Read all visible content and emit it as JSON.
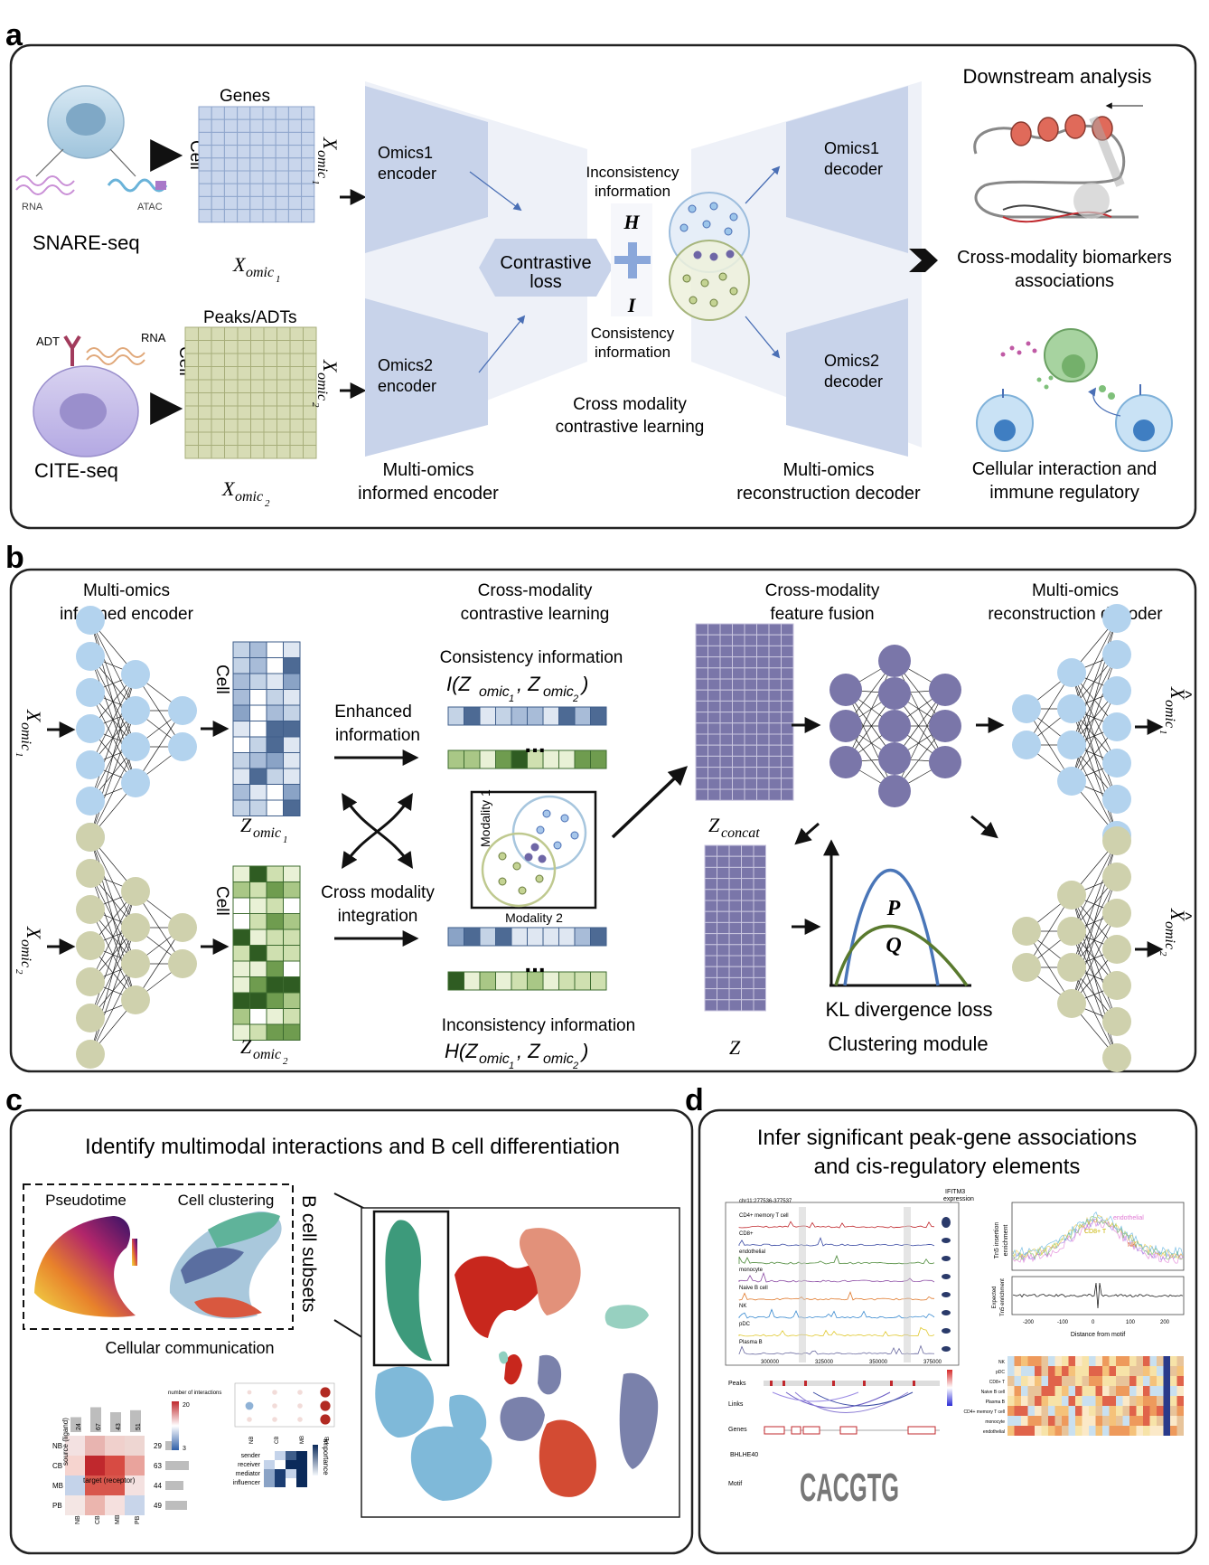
{
  "panels": {
    "a": {
      "letter": "a",
      "snare_label": "SNARE-seq",
      "cite_label": "CITE-seq",
      "rna_small": "RNA",
      "atac_small": "ATAC",
      "adt_small": "ADT",
      "rna_small2": "RNA",
      "genes_label": "Genes",
      "peaks_label": "Peaks/ADTs",
      "cell_label": "Cell",
      "cell_label2": "Cell",
      "x_base": "X",
      "omic1_sub": "omic",
      "sub_1": "1",
      "sub_2": "2",
      "omics1_encoder": [
        "Omics1",
        "encoder"
      ],
      "omics2_encoder": [
        "Omics2",
        "encoder"
      ],
      "contrastive_loss": [
        "Contrastive",
        "loss"
      ],
      "inconsistency": [
        "Inconsistency",
        "information"
      ],
      "consistency": [
        "Consistency",
        "information"
      ],
      "h_symbol": "H",
      "i_symbol": "I",
      "cross_modality": [
        "Cross modality",
        "contrastive learning"
      ],
      "omics1_decoder": [
        "Omics1",
        "decoder"
      ],
      "omics2_decoder": [
        "Omics2",
        "decoder"
      ],
      "encoder_caption": [
        "Multi-omics",
        "informed encoder"
      ],
      "decoder_caption": [
        "Multi-omics",
        "reconstruction decoder"
      ],
      "downstream": "Downstream analysis",
      "biomarkers": [
        "Cross-modality biomarkers",
        "associations"
      ],
      "cellular": [
        "Cellular interaction and",
        "immune regulatory"
      ]
    },
    "b": {
      "letter": "b",
      "encoder_title": [
        "Multi-omics",
        "informed encoder"
      ],
      "contrastive_title": [
        "Cross-modality",
        "contrastive learning"
      ],
      "fusion_title": [
        "Cross-modality",
        "feature fusion"
      ],
      "decoder_title": [
        "Multi-omics",
        "reconstruction decoder"
      ],
      "consistency_info": "Consistency information",
      "consistency_formula": "I(Z",
      "inconsistency_info": "Inconsistency information",
      "inconsistency_formula": "H(Z",
      "enhanced": [
        "Enhanced",
        "information"
      ],
      "integration": [
        "Cross modality",
        "integration"
      ],
      "modality1": "Modality 1",
      "modality2": "Modality 2",
      "z_omic": "Z",
      "z_concat_sub": "concat",
      "z_label": "Z",
      "cell_label": "Cell",
      "cell_label2": "Cell",
      "p_symbol": "P",
      "q_symbol": "Q",
      "kl_loss": "KL divergence loss",
      "clustering": "Clustering module",
      "dots": "..."
    },
    "c": {
      "letter": "c",
      "title": "Identify multimodal interactions and B cell differentiation",
      "pseudotime": "Pseudotime",
      "clustering": "Cell clustering",
      "b_subsets": "B cell subsets",
      "communication": "Cellular communication",
      "rows": [
        "NB",
        "CB",
        "MB",
        "PB"
      ],
      "top_counts": [
        "24",
        "67",
        "43",
        "51"
      ],
      "side_counts": [
        "29",
        "63",
        "44",
        "49"
      ],
      "role_rows": [
        "sender",
        "receiver",
        "mediator",
        "influencer"
      ],
      "x_axis": "target (receptor)",
      "y_axis": "source (ligand)",
      "legend_title": "number of interactions",
      "legend_max": "20",
      "legend_min": "3",
      "importance": "importance"
    },
    "d": {
      "letter": "d",
      "title": [
        "Infer significant peak-gene associations",
        "and cis-regulatory elements"
      ],
      "tracks": [
        "CD4+ memory T cell",
        "CD8+",
        "endothelial",
        "monocyte",
        "Naive B cell",
        "NK",
        "pDC",
        "Plasma B"
      ],
      "locus": "chr11:277536-377537",
      "ifitm3": [
        "IFITM3",
        "expression"
      ],
      "row_peaks": "Peaks",
      "row_links": "Links",
      "row_genes": "Genes",
      "motif_name": "BHLHE40",
      "row_motif": "Motif",
      "motif_seq": "CACGTG",
      "x_ticks": [
        "300000",
        "325000",
        "350000",
        "375000"
      ],
      "tn5_label": [
        "Tn5 insertion",
        "enrichment"
      ],
      "exp_label": [
        "Expected",
        "Tn5 enrichment"
      ],
      "dist_label": "Distance from motif",
      "dist_ticks": [
        "-200",
        "-100",
        "0",
        "100",
        "200"
      ],
      "footprint_tags": [
        "endothelial",
        "CD8+ T",
        "NK"
      ],
      "heat_rows": [
        "NK",
        "pDC",
        "CD8+ T",
        "Naive B cell",
        "Plasma B",
        "CD4+ memory T cell",
        "monocyte",
        "endothelial"
      ]
    }
  },
  "colors": {
    "blue_light": "#a9c9ea",
    "blue_box": "#c8d3ea",
    "green_light": "#cdd2ad",
    "green_dark": "#3d6b2f",
    "navy": "#3e5d8a",
    "purple": "#7a76a9",
    "red": "#d13f33"
  }
}
